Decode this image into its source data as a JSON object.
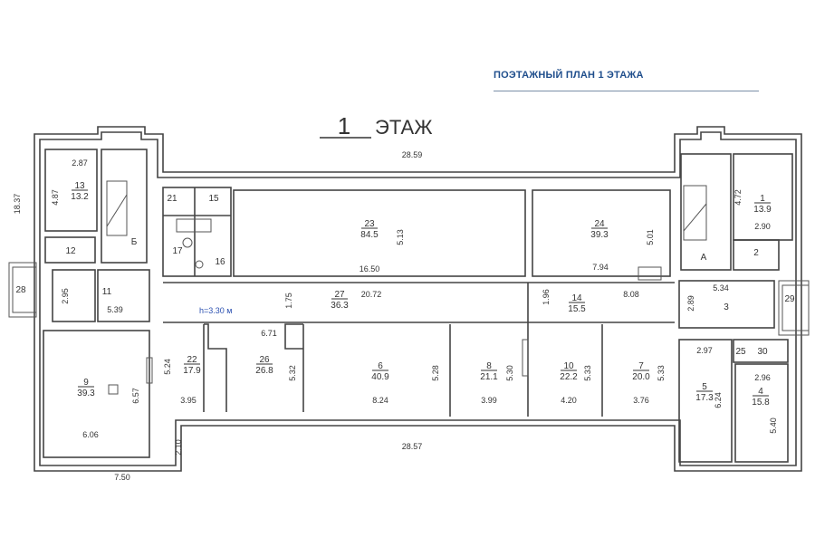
{
  "header": {
    "title": "ПОЭТАЖНЫЙ ПЛАН 1 ЭТАЖА"
  },
  "plan": {
    "floor_number": "1",
    "floor_word": "ЭТАЖ",
    "ceiling_height": "h=3.30 м",
    "dimensions": {
      "top_length": "28.59",
      "bottom_length": "28.57",
      "left_height": "18.37",
      "left_wing_bottom": "7.50",
      "bottom_offset": "2.10"
    },
    "rooms": [
      {
        "id": "13",
        "area": "13.2",
        "dims": [
          "2.87",
          "4.87"
        ]
      },
      {
        "id": "Б",
        "area": "",
        "dims": []
      },
      {
        "id": "12",
        "area": "",
        "dims": []
      },
      {
        "id": "28",
        "area": "",
        "dims": []
      },
      {
        "id": "11",
        "area": "",
        "dims": [
          "2.95",
          "5.39"
        ]
      },
      {
        "id": "9",
        "area": "39.3",
        "dims": [
          "6.57",
          "6.06"
        ]
      },
      {
        "id": "21",
        "area": "",
        "dims": []
      },
      {
        "id": "15",
        "area": "",
        "dims": []
      },
      {
        "id": "17",
        "area": "",
        "dims": []
      },
      {
        "id": "16",
        "area": "",
        "dims": []
      },
      {
        "id": "23",
        "area": "84.5",
        "dims": [
          "5.13",
          "16.50"
        ]
      },
      {
        "id": "24",
        "area": "39.3",
        "dims": [
          "5.01",
          "7.94"
        ]
      },
      {
        "id": "27",
        "area": "36.3",
        "dims": [
          "1.75",
          "20.72",
          "6.71"
        ]
      },
      {
        "id": "14",
        "area": "15.5",
        "dims": [
          "1.96",
          "8.08"
        ]
      },
      {
        "id": "22",
        "area": "17.9",
        "dims": [
          "5.24",
          "3.95"
        ]
      },
      {
        "id": "26",
        "area": "26.8",
        "dims": [
          "5.32"
        ]
      },
      {
        "id": "6",
        "area": "40.9",
        "dims": [
          "5.28",
          "8.24"
        ]
      },
      {
        "id": "8",
        "area": "21.1",
        "dims": [
          "5.30",
          "3.99"
        ]
      },
      {
        "id": "10",
        "area": "22.2",
        "dims": [
          "5.33",
          "4.20"
        ]
      },
      {
        "id": "7",
        "area": "20.0",
        "dims": [
          "5.33",
          "3.76"
        ]
      },
      {
        "id": "1",
        "area": "13.9",
        "dims": [
          "4.72",
          "2.90"
        ]
      },
      {
        "id": "А",
        "area": "",
        "dims": []
      },
      {
        "id": "2",
        "area": "",
        "dims": []
      },
      {
        "id": "3",
        "area": "",
        "dims": [
          "5.34",
          "2.89"
        ]
      },
      {
        "id": "29",
        "area": "",
        "dims": []
      },
      {
        "id": "25",
        "area": "",
        "dims": []
      },
      {
        "id": "30",
        "area": "",
        "dims": []
      },
      {
        "id": "5",
        "area": "17.3",
        "dims": [
          "2.97",
          "6.24"
        ]
      },
      {
        "id": "4",
        "area": "15.8",
        "dims": [
          "2.96",
          "5.40"
        ]
      }
    ]
  }
}
